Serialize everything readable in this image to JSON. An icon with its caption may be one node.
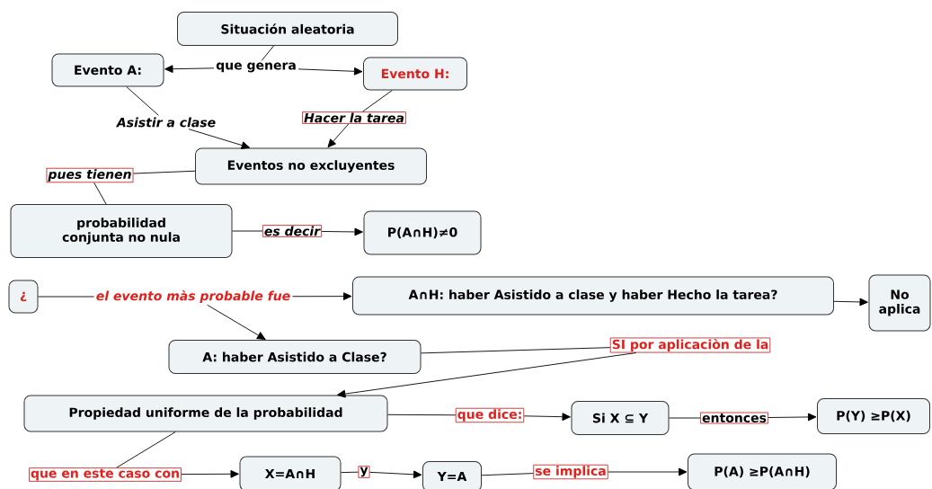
{
  "diagram": {
    "nodes": [
      {
        "text": [
          "Situación aleatoria"
        ]
      },
      {
        "text": [
          "que genera"
        ]
      },
      {
        "text": [
          "Evento A:"
        ]
      },
      {
        "text": [
          "Evento H:"
        ]
      },
      {
        "text": [
          "Asistir a clase"
        ]
      },
      {
        "text": [
          "Hacer la tarea"
        ]
      },
      {
        "text": [
          "Eventos no excluyentes"
        ]
      },
      {
        "text": [
          "pues tienen"
        ]
      },
      {
        "text": [
          "probabilidad conjunta no nula"
        ]
      },
      {
        "text": [
          "es decir"
        ]
      },
      {
        "text": [
          "P(A∩H)≠0"
        ]
      },
      {
        "text": [
          "¿"
        ]
      },
      {
        "text": [
          "el evento màs probable fue"
        ]
      },
      {
        "text": [
          "A∩H: haber Asistido a clase y haber Hecho la tarea?"
        ]
      },
      {
        "text": [
          "No aplica"
        ]
      },
      {
        "text": [
          "A: haber Asistido a Clase?"
        ]
      },
      {
        "text": [
          "SI por aplicaciòn de la"
        ]
      },
      {
        "text": [
          "Propiedad uniforme de la probabilidad"
        ]
      },
      {
        "text": [
          "que dice:"
        ]
      },
      {
        "text": [
          "Si X ⊆ Y"
        ]
      },
      {
        "text": [
          "entonces"
        ]
      },
      {
        "text": [
          "P(Y) ≥P(X)"
        ]
      },
      {
        "text": [
          "que en este caso con"
        ]
      },
      {
        "text": [
          "X=A∩H"
        ]
      },
      {
        "text": [
          "y"
        ]
      },
      {
        "text": [
          "Y=A"
        ]
      },
      {
        "text": [
          "se implica"
        ]
      },
      {
        "text": [
          "P(A) ≥P(A∩H)"
        ]
      }
    ],
    "edges": [
      {
        "from": 0,
        "to": 1,
        "arrow": "none"
      },
      {
        "from": 1,
        "to": 2,
        "arrow": "to"
      },
      {
        "from": 1,
        "to": 3,
        "arrow": "to"
      },
      {
        "from": 2,
        "to": 4,
        "arrow": "none"
      },
      {
        "from": 4,
        "to": 6,
        "arrow": "to"
      },
      {
        "from": 3,
        "to": 5,
        "arrow": "none"
      },
      {
        "from": 5,
        "to": 6,
        "arrow": "to"
      },
      {
        "from": 6,
        "to": 7,
        "arrow": "none"
      },
      {
        "from": 7,
        "to": 8,
        "arrow": "none"
      },
      {
        "from": 8,
        "to": 9,
        "arrow": "none"
      },
      {
        "from": 9,
        "to": 10,
        "arrow": "to"
      },
      {
        "from": 11,
        "to": 12,
        "arrow": "none"
      },
      {
        "from": 12,
        "to": 13,
        "arrow": "to"
      },
      {
        "from": 12,
        "to": 15,
        "arrow": "to"
      },
      {
        "from": 13,
        "to": 14,
        "arrow": "to"
      },
      {
        "from": 15,
        "to": 16,
        "arrow": "none"
      },
      {
        "from": 16,
        "to": 17,
        "arrow": "to"
      },
      {
        "from": 17,
        "to": 18,
        "arrow": "none"
      },
      {
        "from": 18,
        "to": 19,
        "arrow": "to"
      },
      {
        "from": 19,
        "to": 20,
        "arrow": "none"
      },
      {
        "from": 20,
        "to": 21,
        "arrow": "to"
      },
      {
        "from": 17,
        "to": 22,
        "arrow": "none"
      },
      {
        "from": 22,
        "to": 23,
        "arrow": "to"
      },
      {
        "from": 23,
        "to": 24,
        "arrow": "none"
      },
      {
        "from": 24,
        "to": 25,
        "arrow": "to"
      },
      {
        "from": 25,
        "to": 26,
        "arrow": "none"
      },
      {
        "from": 26,
        "to": 27,
        "arrow": "to"
      }
    ]
  }
}
